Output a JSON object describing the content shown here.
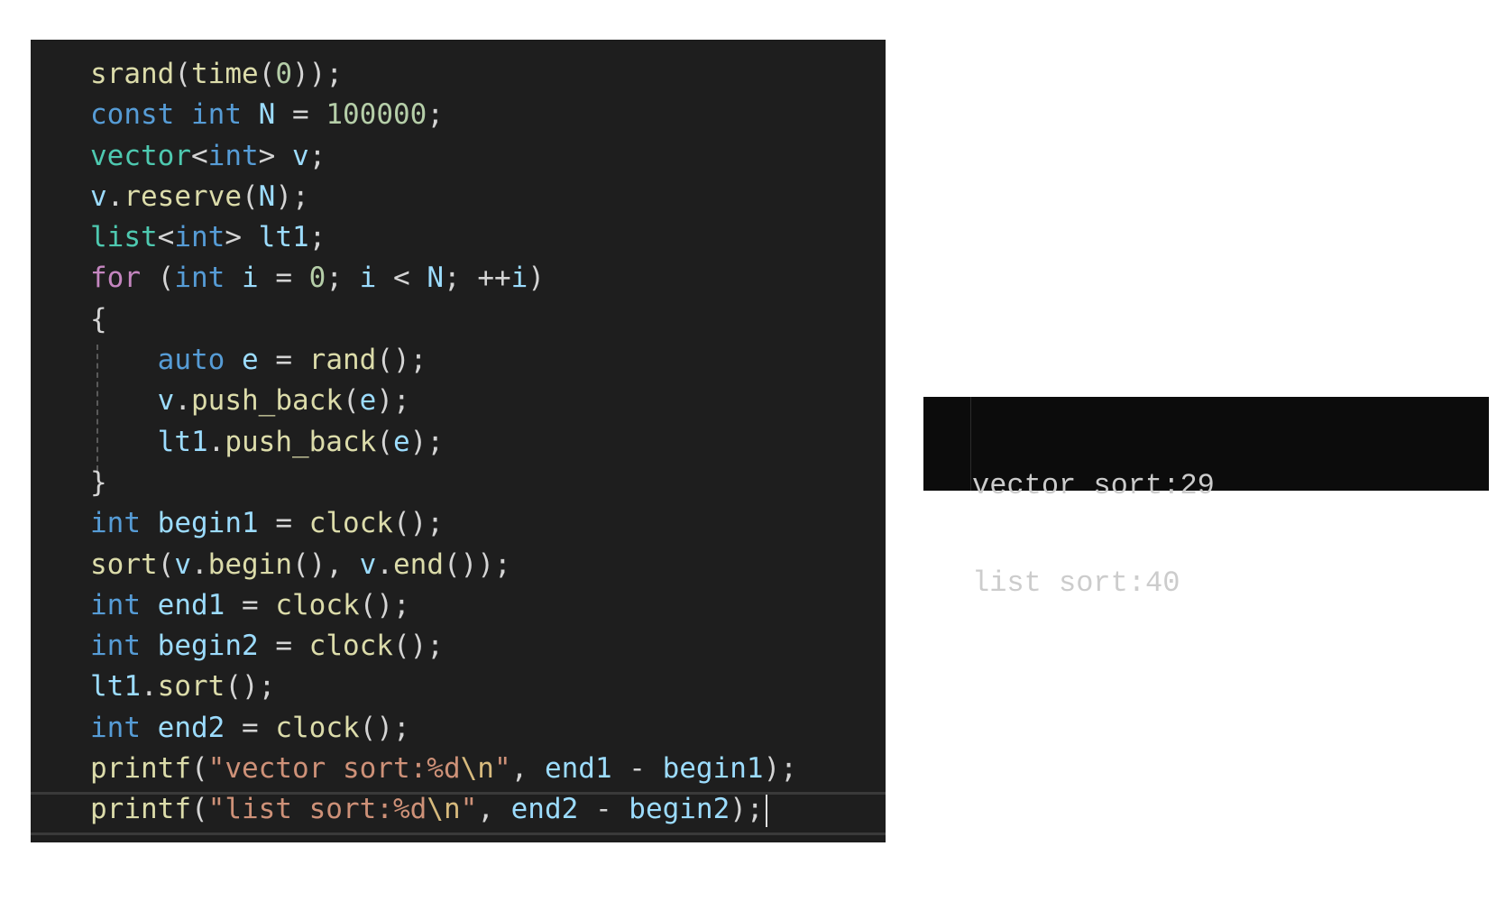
{
  "editor": {
    "lines": [
      [
        {
          "t": "srand",
          "c": "fn"
        },
        {
          "t": "(",
          "c": "pn"
        },
        {
          "t": "time",
          "c": "fn"
        },
        {
          "t": "(",
          "c": "pn"
        },
        {
          "t": "0",
          "c": "num"
        },
        {
          "t": "));",
          "c": "pn"
        }
      ],
      [
        {
          "t": "const",
          "c": "kw"
        },
        {
          "t": " ",
          "c": "pn"
        },
        {
          "t": "int",
          "c": "kw"
        },
        {
          "t": " ",
          "c": "pn"
        },
        {
          "t": "N",
          "c": "var"
        },
        {
          "t": " = ",
          "c": "pn"
        },
        {
          "t": "100000",
          "c": "num"
        },
        {
          "t": ";",
          "c": "pn"
        }
      ],
      [
        {
          "t": "vector",
          "c": "ty"
        },
        {
          "t": "<",
          "c": "pn"
        },
        {
          "t": "int",
          "c": "kw"
        },
        {
          "t": "> ",
          "c": "pn"
        },
        {
          "t": "v",
          "c": "var"
        },
        {
          "t": ";",
          "c": "pn"
        }
      ],
      [
        {
          "t": "v",
          "c": "var"
        },
        {
          "t": ".",
          "c": "pn"
        },
        {
          "t": "reserve",
          "c": "fn"
        },
        {
          "t": "(",
          "c": "pn"
        },
        {
          "t": "N",
          "c": "var"
        },
        {
          "t": ");",
          "c": "pn"
        }
      ],
      [
        {
          "t": "list",
          "c": "ty"
        },
        {
          "t": "<",
          "c": "pn"
        },
        {
          "t": "int",
          "c": "kw"
        },
        {
          "t": "> ",
          "c": "pn"
        },
        {
          "t": "lt1",
          "c": "var"
        },
        {
          "t": ";",
          "c": "pn"
        }
      ],
      [
        {
          "t": "for",
          "c": "ctl"
        },
        {
          "t": " (",
          "c": "pn"
        },
        {
          "t": "int",
          "c": "kw"
        },
        {
          "t": " ",
          "c": "pn"
        },
        {
          "t": "i",
          "c": "var"
        },
        {
          "t": " = ",
          "c": "pn"
        },
        {
          "t": "0",
          "c": "num"
        },
        {
          "t": "; ",
          "c": "pn"
        },
        {
          "t": "i",
          "c": "var"
        },
        {
          "t": " < ",
          "c": "pn"
        },
        {
          "t": "N",
          "c": "var"
        },
        {
          "t": "; ++",
          "c": "pn"
        },
        {
          "t": "i",
          "c": "var"
        },
        {
          "t": ")",
          "c": "pn"
        }
      ],
      [
        {
          "t": "{",
          "c": "pn"
        }
      ],
      [
        {
          "t": "    ",
          "c": "pn"
        },
        {
          "t": "auto",
          "c": "kw"
        },
        {
          "t": " ",
          "c": "pn"
        },
        {
          "t": "e",
          "c": "var"
        },
        {
          "t": " = ",
          "c": "pn"
        },
        {
          "t": "rand",
          "c": "fn"
        },
        {
          "t": "();",
          "c": "pn"
        }
      ],
      [
        {
          "t": "    ",
          "c": "pn"
        },
        {
          "t": "v",
          "c": "var"
        },
        {
          "t": ".",
          "c": "pn"
        },
        {
          "t": "push_back",
          "c": "fn"
        },
        {
          "t": "(",
          "c": "pn"
        },
        {
          "t": "e",
          "c": "var"
        },
        {
          "t": ");",
          "c": "pn"
        }
      ],
      [
        {
          "t": "    ",
          "c": "pn"
        },
        {
          "t": "lt1",
          "c": "var"
        },
        {
          "t": ".",
          "c": "pn"
        },
        {
          "t": "push_back",
          "c": "fn"
        },
        {
          "t": "(",
          "c": "pn"
        },
        {
          "t": "e",
          "c": "var"
        },
        {
          "t": ");",
          "c": "pn"
        }
      ],
      [
        {
          "t": "}",
          "c": "pn"
        }
      ],
      [
        {
          "t": "int",
          "c": "kw"
        },
        {
          "t": " ",
          "c": "pn"
        },
        {
          "t": "begin1",
          "c": "var"
        },
        {
          "t": " = ",
          "c": "pn"
        },
        {
          "t": "clock",
          "c": "fn"
        },
        {
          "t": "();",
          "c": "pn"
        }
      ],
      [
        {
          "t": "sort",
          "c": "fn"
        },
        {
          "t": "(",
          "c": "pn"
        },
        {
          "t": "v",
          "c": "var"
        },
        {
          "t": ".",
          "c": "pn"
        },
        {
          "t": "begin",
          "c": "fn"
        },
        {
          "t": "(), ",
          "c": "pn"
        },
        {
          "t": "v",
          "c": "var"
        },
        {
          "t": ".",
          "c": "pn"
        },
        {
          "t": "end",
          "c": "fn"
        },
        {
          "t": "());",
          "c": "pn"
        }
      ],
      [
        {
          "t": "int",
          "c": "kw"
        },
        {
          "t": " ",
          "c": "pn"
        },
        {
          "t": "end1",
          "c": "var"
        },
        {
          "t": " = ",
          "c": "pn"
        },
        {
          "t": "clock",
          "c": "fn"
        },
        {
          "t": "();",
          "c": "pn"
        }
      ],
      [
        {
          "t": "int",
          "c": "kw"
        },
        {
          "t": " ",
          "c": "pn"
        },
        {
          "t": "begin2",
          "c": "var"
        },
        {
          "t": " = ",
          "c": "pn"
        },
        {
          "t": "clock",
          "c": "fn"
        },
        {
          "t": "();",
          "c": "pn"
        }
      ],
      [
        {
          "t": "lt1",
          "c": "var"
        },
        {
          "t": ".",
          "c": "pn"
        },
        {
          "t": "sort",
          "c": "fn"
        },
        {
          "t": "();",
          "c": "pn"
        }
      ],
      [
        {
          "t": "int",
          "c": "kw"
        },
        {
          "t": " ",
          "c": "pn"
        },
        {
          "t": "end2",
          "c": "var"
        },
        {
          "t": " = ",
          "c": "pn"
        },
        {
          "t": "clock",
          "c": "fn"
        },
        {
          "t": "();",
          "c": "pn"
        }
      ],
      [
        {
          "t": "printf",
          "c": "fn"
        },
        {
          "t": "(",
          "c": "pn"
        },
        {
          "t": "\"vector sort:%d",
          "c": "str"
        },
        {
          "t": "\\n",
          "c": "esc"
        },
        {
          "t": "\"",
          "c": "str"
        },
        {
          "t": ", ",
          "c": "pn"
        },
        {
          "t": "end1",
          "c": "var"
        },
        {
          "t": " - ",
          "c": "pn"
        },
        {
          "t": "begin1",
          "c": "var"
        },
        {
          "t": ");",
          "c": "pn"
        }
      ],
      [
        {
          "t": "printf",
          "c": "fn"
        },
        {
          "t": "(",
          "c": "pn"
        },
        {
          "t": "\"list sort:%d",
          "c": "str"
        },
        {
          "t": "\\n",
          "c": "esc"
        },
        {
          "t": "\"",
          "c": "str"
        },
        {
          "t": ", ",
          "c": "pn"
        },
        {
          "t": "end2",
          "c": "var"
        },
        {
          "t": " - ",
          "c": "pn"
        },
        {
          "t": "begin2",
          "c": "var"
        },
        {
          "t": ");",
          "c": "pn"
        }
      ]
    ],
    "cursor_line": 18,
    "colors": {
      "background": "#1e1e1e",
      "function": "#dcdcaa",
      "keyword": "#569cd6",
      "control": "#c586c0",
      "type": "#4ec9b0",
      "variable": "#9cdcfe",
      "number": "#b5cea8",
      "string": "#ce9178",
      "escape": "#d7ba7d",
      "punctuation": "#d4d4d4"
    }
  },
  "console": {
    "lines": [
      "vector sort:29",
      "list sort:40"
    ],
    "colors": {
      "background": "#0c0c0c",
      "text": "#cccccc"
    }
  }
}
